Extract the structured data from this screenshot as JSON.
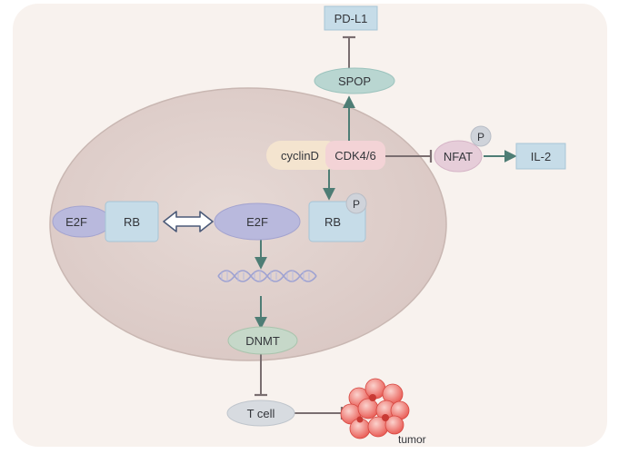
{
  "labels": {
    "pdl1": "PD-L1",
    "spop": "SPOP",
    "cyclind": "cyclinD",
    "cdk46": "CDK4/6",
    "nfat": "NFAT",
    "nfat_p": "P",
    "il2": "IL-2",
    "rb_p": "P",
    "rb_phos": "RB",
    "e2f_bound": "E2F",
    "rb_bound": "RB",
    "e2f_free": "E2F",
    "dnmt": "DNMT",
    "tcell": "T cell",
    "tumor": "tumor"
  },
  "colors": {
    "canvas": "#f8f2ee",
    "cell_fill": "#e3d4d0",
    "cell_stroke": "#c9b7b2",
    "box_blue": "#c6dce8",
    "box_blue_stroke": "#a7c5d6",
    "spop_fill": "#b9d6d1",
    "cyclind_fill": "#f4e4cf",
    "cdk_fill": "#f3d3d6",
    "nfat_fill": "#e6cdd9",
    "p_fill": "#cfd3da",
    "e2f_fill": "#b9b9dd",
    "dnmt_fill": "#c6d8c9",
    "tcell_fill": "#d7dbe0",
    "arrow_green": "#4e7d75",
    "inhibit": "#7a6e70",
    "tumor_red": "#e8564f",
    "tumor_light": "#f6b3ad",
    "dna_color": "#9ea2d2",
    "text": "#33353a"
  }
}
